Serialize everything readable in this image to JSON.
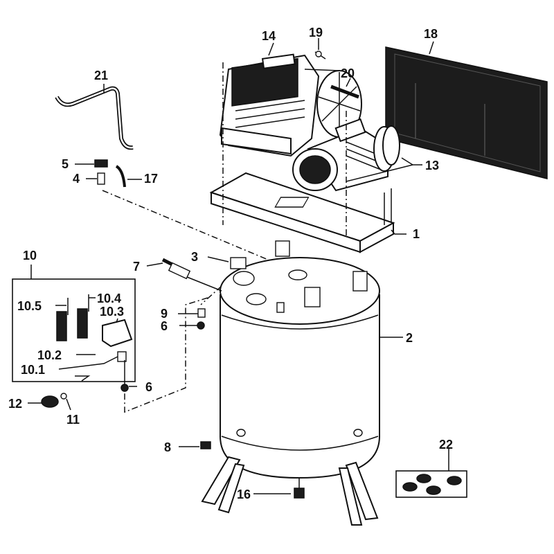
{
  "labels": {
    "p1": "1",
    "p2": "2",
    "p3": "3",
    "p4": "4",
    "p5": "5",
    "p6a": "6",
    "p6b": "6",
    "p7": "7",
    "p8": "8",
    "p9": "9",
    "p10": "10",
    "p10_1": "10.1",
    "p10_2": "10.2",
    "p10_3": "10.3",
    "p10_4": "10.4",
    "p10_5": "10.5",
    "p11": "11",
    "p12": "12",
    "p13": "13",
    "p14": "14",
    "p16": "16",
    "p17": "17",
    "p18": "18",
    "p19": "19",
    "p20": "20",
    "p21": "21",
    "p22": "22"
  },
  "colors": {
    "ink": "#111111",
    "background": "#ffffff"
  }
}
